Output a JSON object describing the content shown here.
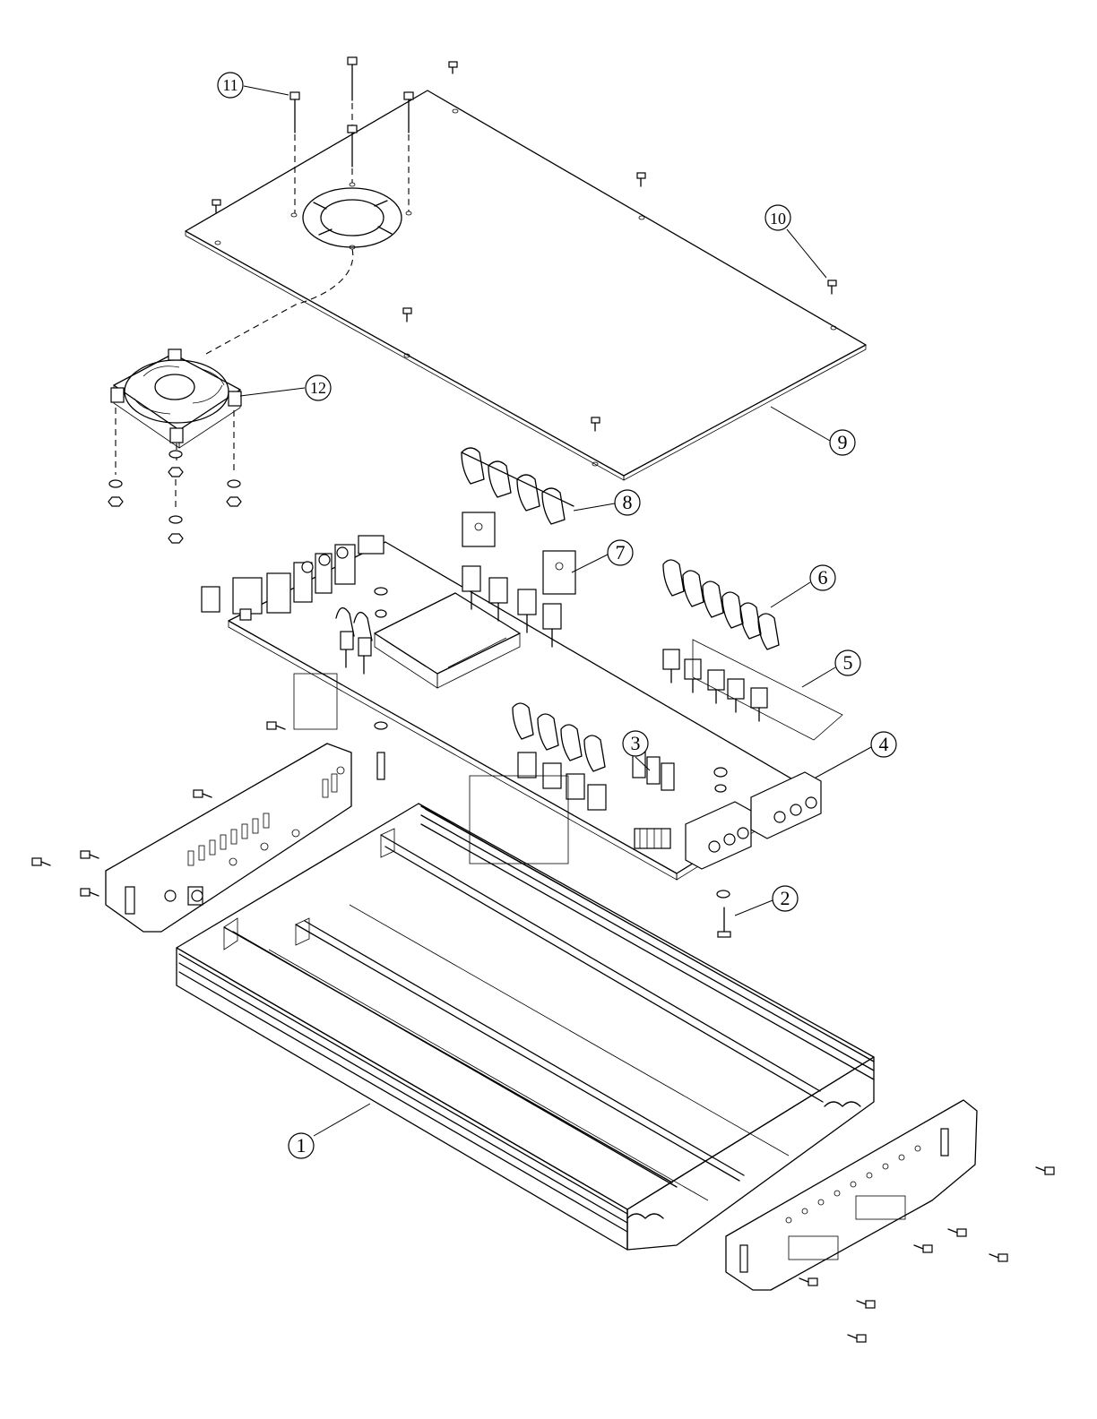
{
  "callouts": [
    {
      "label": "1"
    },
    {
      "label": "2"
    },
    {
      "label": "3"
    },
    {
      "label": "4"
    },
    {
      "label": "5"
    },
    {
      "label": "6"
    },
    {
      "label": "7"
    },
    {
      "label": "8"
    },
    {
      "label": "9"
    },
    {
      "label": "10"
    },
    {
      "label": "11"
    },
    {
      "label": "12"
    }
  ],
  "icons": {
    "fan": "fan-icon",
    "screw": "screw-icon"
  },
  "colors": {
    "line": "#000000",
    "background": "#ffffff"
  }
}
